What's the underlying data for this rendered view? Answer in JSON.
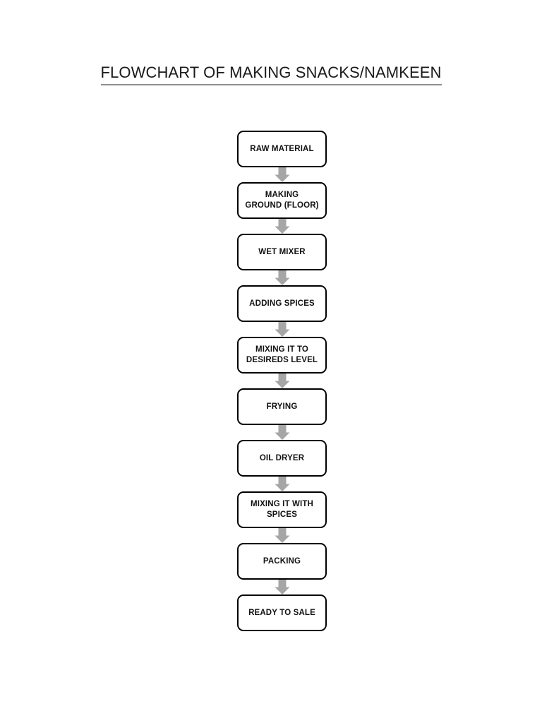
{
  "document": {
    "title": "FLOWCHART OF MAKING SNACKS/NAMKEEN",
    "background_color": "#ffffff",
    "title_underline_color": "#8f8f8f"
  },
  "flowchart": {
    "orientation": "vertical",
    "box_border_color": "#000000",
    "box_fill_color": "#ffffff",
    "arrow_color": "#a6a6a6",
    "arrow_icon_name": "down-arrow-icon",
    "steps": [
      {
        "index": 1,
        "label": "RAW MATERIAL"
      },
      {
        "index": 2,
        "label": "MAKING\nGROUND (FLOOR)"
      },
      {
        "index": 3,
        "label": "WET MIXER"
      },
      {
        "index": 4,
        "label": "ADDING SPICES"
      },
      {
        "index": 5,
        "label": "MIXING IT TO\nDESIREDS LEVEL"
      },
      {
        "index": 6,
        "label": "FRYING"
      },
      {
        "index": 7,
        "label": "OIL DRYER"
      },
      {
        "index": 8,
        "label": "MIXING IT WITH\nSPICES"
      },
      {
        "index": 9,
        "label": "PACKING"
      },
      {
        "index": 10,
        "label": "READY TO SALE"
      }
    ]
  }
}
